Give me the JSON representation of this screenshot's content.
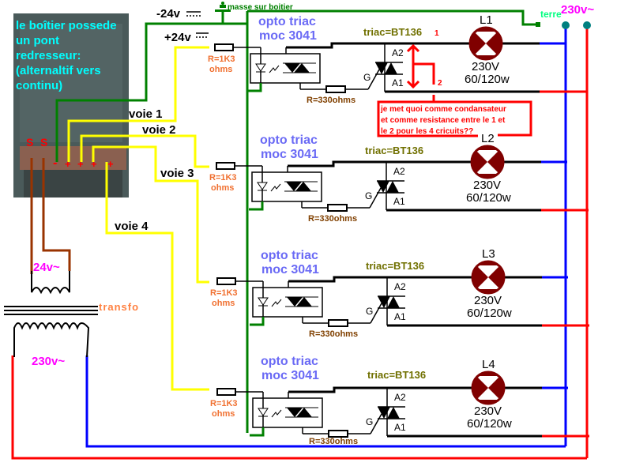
{
  "box_note": [
    "le boîtier possede",
    "un pont",
    "redresseur:",
    "(alternaltif vers",
    "continu)"
  ],
  "terminals": {
    "s1": "S",
    "s2": "S",
    "minus": "-",
    "plus": "+"
  },
  "supply": {
    "minus24": "-24v",
    "plus24": "+24v",
    "ground": "masse sur boitier",
    "earth": "terre",
    "mains": "230v~"
  },
  "channels": [
    {
      "voie": "voie 1",
      "opto": [
        "opto triac",
        "moc 3041"
      ],
      "r_in": [
        "R=1K3",
        "ohms"
      ],
      "r_gate": "R=330ohms",
      "triac": "triac=BT136",
      "lamp": "L1",
      "lamp_v": "230V",
      "lamp_w": "60/120w"
    },
    {
      "voie": "voie 2",
      "opto": [
        "opto triac",
        "moc 3041"
      ],
      "r_in": [
        "R=1K3",
        "ohms"
      ],
      "r_gate": "R=330ohms",
      "triac": "triac=BT136",
      "lamp": "L2",
      "lamp_v": "230V",
      "lamp_w": "60/120w"
    },
    {
      "voie": "voie 3",
      "opto": [
        "opto triac",
        "moc 3041"
      ],
      "r_in": [
        "R=1K3",
        "ohms"
      ],
      "r_gate": "R=330ohms",
      "triac": "triac=BT136",
      "lamp": "L3",
      "lamp_v": "230V",
      "lamp_w": "60/120w"
    },
    {
      "voie": "voie 4",
      "opto": [
        "opto triac",
        "moc 3041"
      ],
      "r_in": [
        "R=1K3",
        "ohms"
      ],
      "r_gate": "R=330ohms",
      "triac": "triac=BT136",
      "lamp": "L4",
      "lamp_v": "230V",
      "lamp_w": "60/120w"
    }
  ],
  "pins": {
    "a2": "A2",
    "a1": "A1",
    "g": "G"
  },
  "question": {
    "mark1": "1",
    "mark2": "2",
    "lines": [
      "je met quoi comme condansateur",
      "et comme resistance entre le 1 et",
      "le 2 pour les 4 cricuits??"
    ]
  },
  "transformer": {
    "label": "transfo",
    "secondary": "24v~",
    "primary": "230v~"
  },
  "colors": {
    "ground": "#008000",
    "signal": "#ffff00",
    "phase": "#ff0000",
    "neutral": "#0000ff",
    "lamp": "#800000",
    "opto_text": "#8080ff"
  }
}
